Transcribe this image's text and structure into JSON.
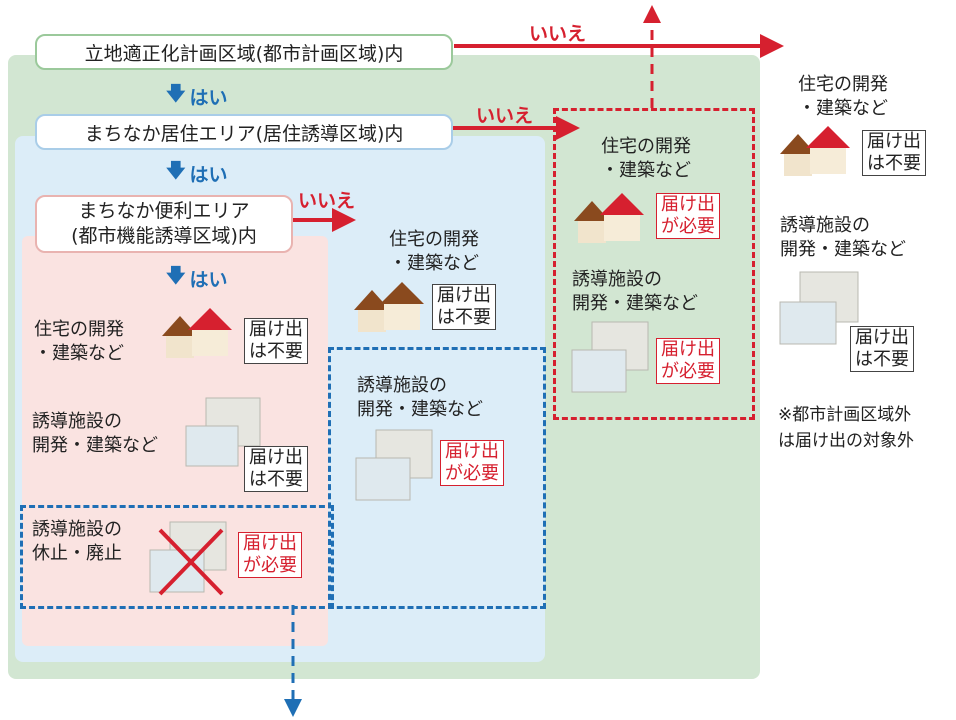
{
  "zones": {
    "city_plan": "立地適正化計画区域(都市計画区域)内",
    "residential_line1": "まちなか居住エリア(居住誘導区域)内",
    "convenience_line1": "まちなか便利エリア",
    "convenience_line2": "(都市機能誘導区域)内"
  },
  "answers": {
    "yes": "はい",
    "no": "いいえ"
  },
  "items": {
    "housing": "住宅の開発\n・建築など",
    "facility_dev": "誘導施設の\n開発・建築など",
    "facility_closure": "誘導施設の\n休止・廃止"
  },
  "badges": {
    "not_required": "届け出\nは不要",
    "required": "届け出\nが必要"
  },
  "note": "※都市計画区域外\nは届け出の対象外",
  "colors": {
    "green_zone": "#d2e6d2",
    "blue_zone": "#dcedf8",
    "pink_zone": "#fae3e1",
    "no_arrow": "#d6202f",
    "yes_arrow": "#1f6fb5"
  }
}
